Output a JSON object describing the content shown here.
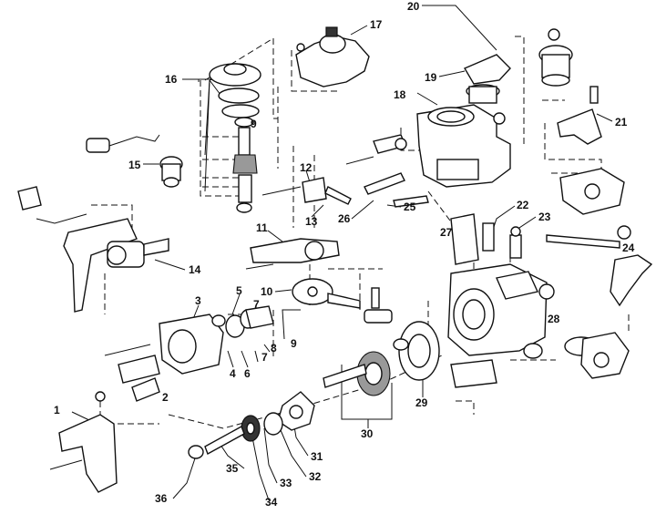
{
  "diagram": {
    "callouts": [
      {
        "id": "c1",
        "text": "1"
      },
      {
        "id": "c2",
        "text": "2"
      },
      {
        "id": "c3",
        "text": "3"
      },
      {
        "id": "c4",
        "text": "4"
      },
      {
        "id": "c5",
        "text": "5"
      },
      {
        "id": "c6",
        "text": "6"
      },
      {
        "id": "c7a",
        "text": "7"
      },
      {
        "id": "c7b",
        "text": "7"
      },
      {
        "id": "c8",
        "text": "8"
      },
      {
        "id": "c9a",
        "text": "9"
      },
      {
        "id": "c9b",
        "text": "9"
      },
      {
        "id": "c10",
        "text": "10"
      },
      {
        "id": "c11",
        "text": "11"
      },
      {
        "id": "c12",
        "text": "12"
      },
      {
        "id": "c13",
        "text": "13"
      },
      {
        "id": "c14",
        "text": "14"
      },
      {
        "id": "c15",
        "text": "15"
      },
      {
        "id": "c16",
        "text": "16"
      },
      {
        "id": "c17",
        "text": "17"
      },
      {
        "id": "c18",
        "text": "18"
      },
      {
        "id": "c19",
        "text": "19"
      },
      {
        "id": "c20",
        "text": "20"
      },
      {
        "id": "c21",
        "text": "21"
      },
      {
        "id": "c22",
        "text": "22"
      },
      {
        "id": "c23",
        "text": "23"
      },
      {
        "id": "c24",
        "text": "24"
      },
      {
        "id": "c25",
        "text": "25"
      },
      {
        "id": "c26",
        "text": "26"
      },
      {
        "id": "c27",
        "text": "27"
      },
      {
        "id": "c28",
        "text": "28"
      },
      {
        "id": "c29",
        "text": "29"
      },
      {
        "id": "c30",
        "text": "30"
      },
      {
        "id": "c31",
        "text": "31"
      },
      {
        "id": "c32",
        "text": "32"
      },
      {
        "id": "c33",
        "text": "33"
      },
      {
        "id": "c34",
        "text": "34"
      },
      {
        "id": "c35",
        "text": "35"
      },
      {
        "id": "c36",
        "text": "36"
      }
    ]
  }
}
